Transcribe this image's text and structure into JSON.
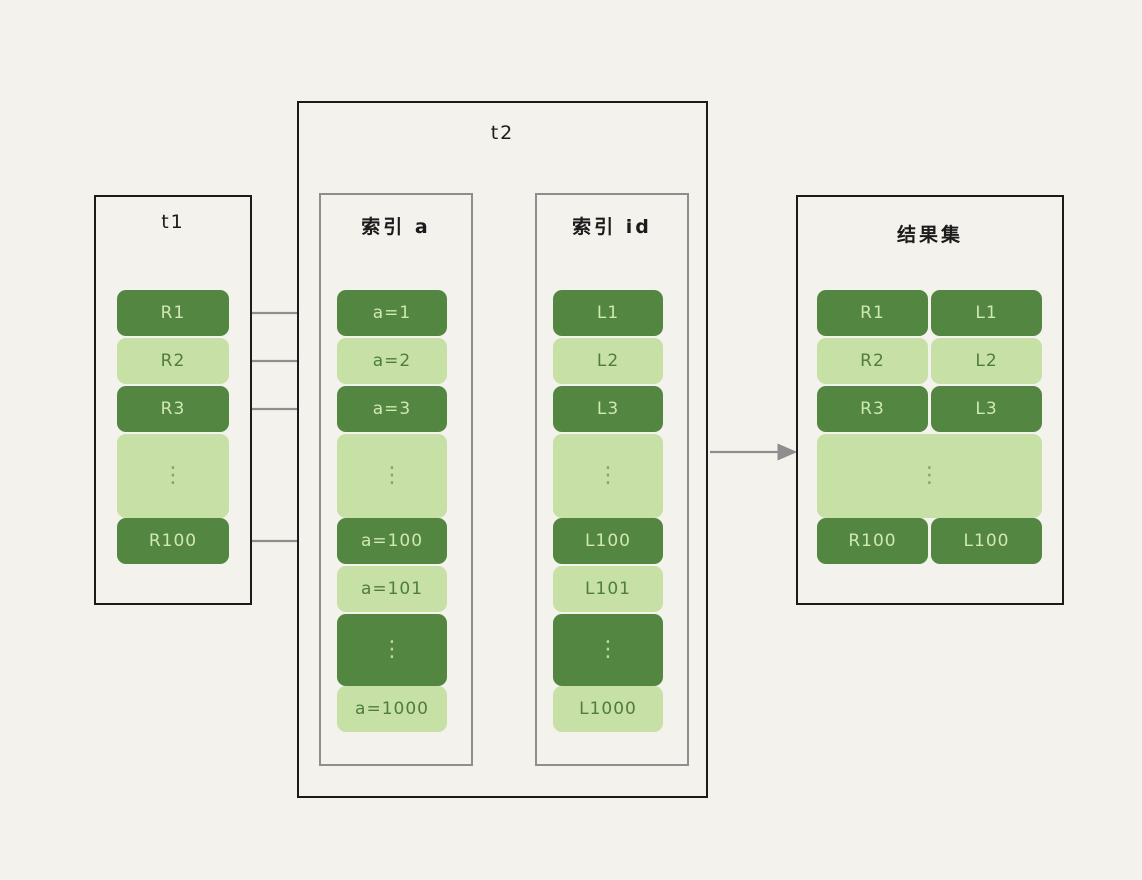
{
  "diagram": {
    "background_color": "#f4f2ed",
    "dark_green": "#538640",
    "light_green": "#c6e0a6",
    "arrow_color": "#8e8e8e",
    "border_color": "#1b1b1b"
  },
  "t1": {
    "title": "t1",
    "rows": [
      {
        "label": "R1",
        "shade": "dark"
      },
      {
        "label": "R2",
        "shade": "light"
      },
      {
        "label": "R3",
        "shade": "dark"
      },
      {
        "label": "⋮",
        "shade": "light",
        "is_dots": true
      },
      {
        "label": "R100",
        "shade": "dark"
      }
    ]
  },
  "t2": {
    "title": "t2",
    "index_a": {
      "title": "索引 a",
      "rows": [
        {
          "label": "a=1",
          "shade": "dark"
        },
        {
          "label": "a=2",
          "shade": "light"
        },
        {
          "label": "a=3",
          "shade": "dark"
        },
        {
          "label": "⋮",
          "shade": "light",
          "is_dots": true
        },
        {
          "label": "a=100",
          "shade": "dark"
        },
        {
          "label": "a=101",
          "shade": "light"
        },
        {
          "label": "⋮",
          "shade": "dark",
          "is_dots": true
        },
        {
          "label": "a=1000",
          "shade": "light"
        }
      ]
    },
    "index_id": {
      "title": "索引 id",
      "rows": [
        {
          "label": "L1",
          "shade": "dark"
        },
        {
          "label": "L2",
          "shade": "light"
        },
        {
          "label": "L3",
          "shade": "dark"
        },
        {
          "label": "⋮",
          "shade": "light",
          "is_dots": true
        },
        {
          "label": "L100",
          "shade": "dark"
        },
        {
          "label": "L101",
          "shade": "light"
        },
        {
          "label": "⋮",
          "shade": "dark",
          "is_dots": true
        },
        {
          "label": "L1000",
          "shade": "light"
        }
      ]
    }
  },
  "result_set": {
    "title": "结果集",
    "rows": [
      {
        "left": "R1",
        "right": "L1",
        "shade": "dark"
      },
      {
        "left": "R2",
        "right": "L2",
        "shade": "light"
      },
      {
        "left": "R3",
        "right": "L3",
        "shade": "dark"
      },
      {
        "left": "⋮",
        "right": "",
        "shade": "light",
        "is_dots": true
      },
      {
        "left": "R100",
        "right": "L100",
        "shade": "dark"
      }
    ]
  }
}
